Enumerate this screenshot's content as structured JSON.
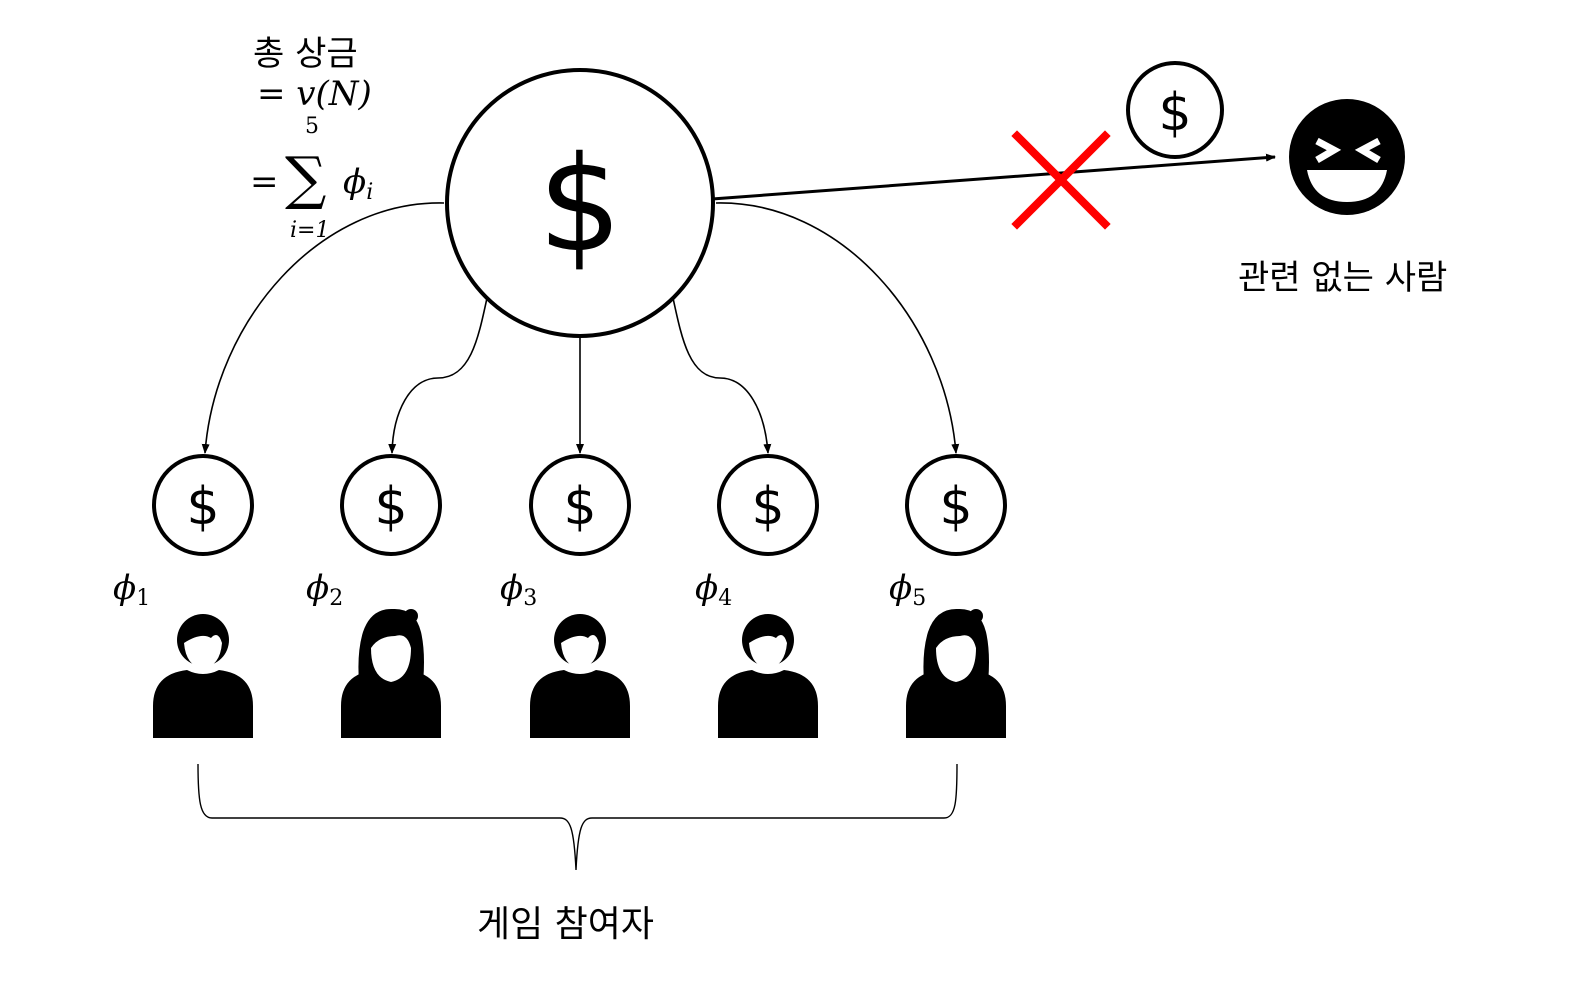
{
  "total_prize": {
    "title": "총 상금",
    "eq1": "= v(N)",
    "sum_upper": "5",
    "sum_symbol": "∑",
    "sum_lower": "i=1",
    "eq2_prefix": "=",
    "eq2_term": "ϕ",
    "eq2_sub": "i"
  },
  "coin_symbol": "$",
  "outsider": {
    "label": "관련 없는 사람",
    "icon": "laughing-face-icon",
    "reject_color": "#ff0000"
  },
  "participants": [
    {
      "phi": "ϕ",
      "sub": "1",
      "icon": "man-icon"
    },
    {
      "phi": "ϕ",
      "sub": "2",
      "icon": "woman-icon"
    },
    {
      "phi": "ϕ",
      "sub": "3",
      "icon": "man-icon"
    },
    {
      "phi": "ϕ",
      "sub": "4",
      "icon": "man-icon"
    },
    {
      "phi": "ϕ",
      "sub": "5",
      "icon": "woman-icon"
    }
  ],
  "group_label": "게임 참여자"
}
